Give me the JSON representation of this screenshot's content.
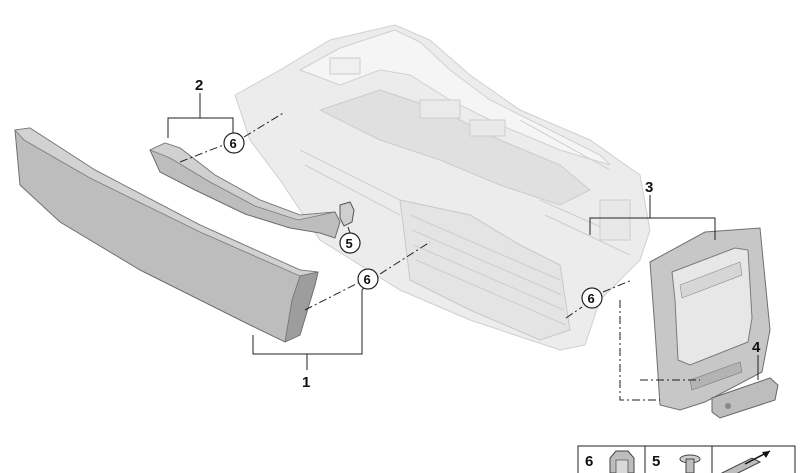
{
  "callouts": {
    "part_1": "1",
    "part_2": "2",
    "part_3": "3",
    "part_4": "4",
    "ref_6a": "6",
    "ref_6b": "6",
    "ref_6c": "6",
    "ref_5": "5"
  },
  "legend": {
    "cell_1_label": "6",
    "cell_2_label": "5"
  },
  "colors": {
    "trim_panel": "#b9b9b9",
    "trim_shadow": "#8f8f8f",
    "console_ghost": "#e6e6e6",
    "console_line": "#c9c9c9",
    "leader": "#222222"
  }
}
